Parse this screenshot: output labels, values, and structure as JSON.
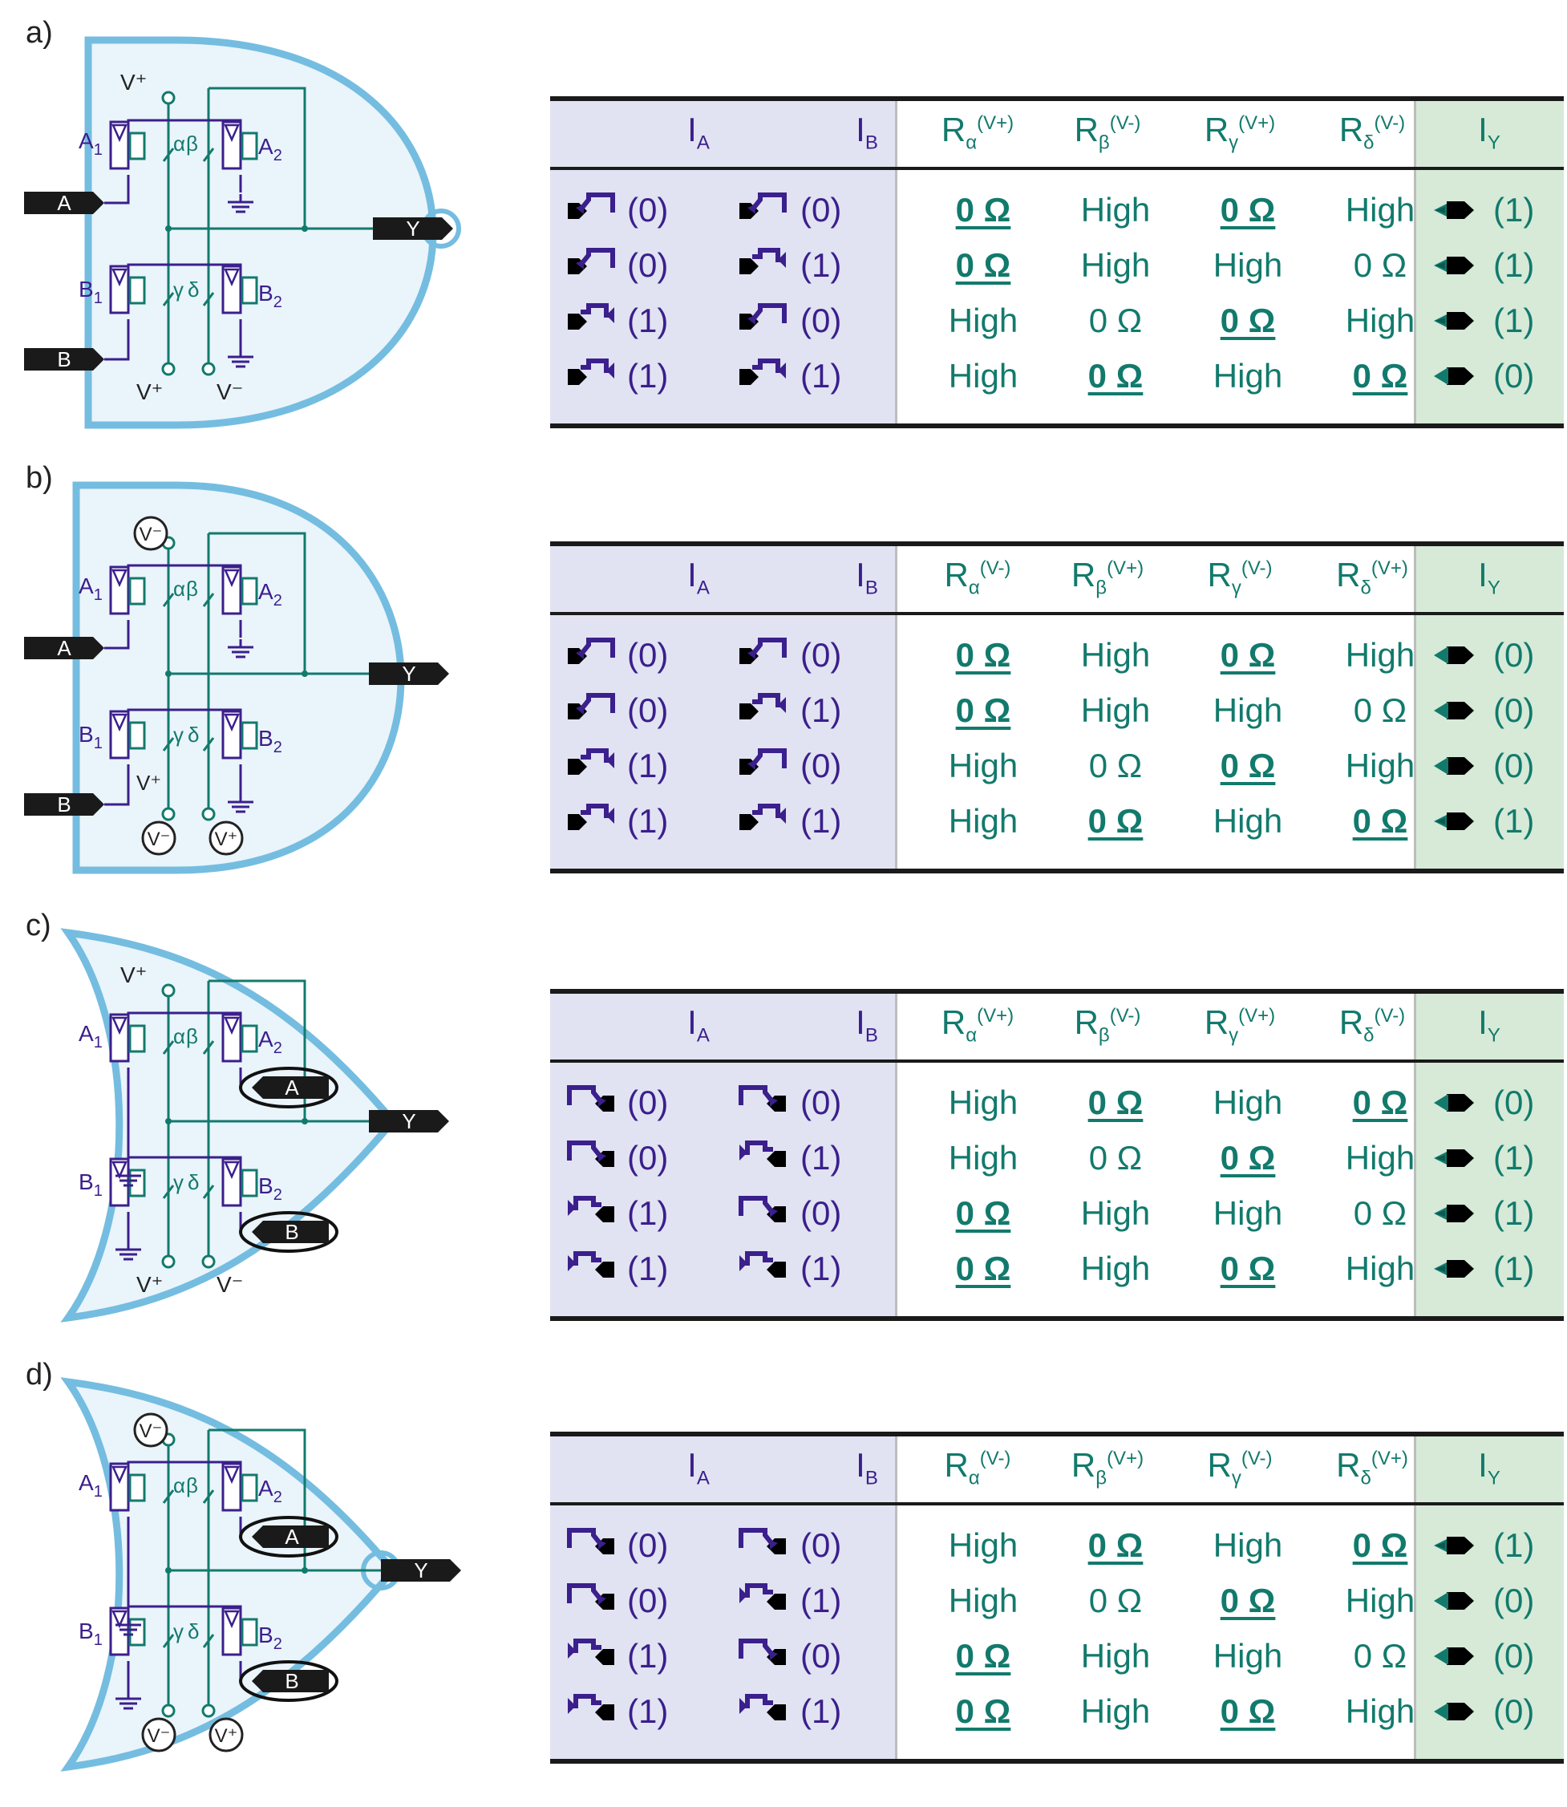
{
  "panels": [
    {
      "label": "a)",
      "shape": "nand",
      "circuit": {
        "v_top": "V⁺",
        "v_bot_left": "V⁺",
        "v_bot_right": "V⁻",
        "a1": "A",
        "a1_sub": "1",
        "a2": "A",
        "a2_sub": "2",
        "b1": "B",
        "b1_sub": "1",
        "b2": "B",
        "b2_sub": "2",
        "alpha": "α",
        "beta": "β",
        "gamma": "γ",
        "delta": "δ",
        "in_a": "A",
        "in_b": "B",
        "out_y": "Y"
      },
      "headers": {
        "ia": "I",
        "ia_sub": "A",
        "ib": "I",
        "ib_sub": "B",
        "ralpha": "R",
        "ralpha_sub": "α",
        "ralpha_sup": "(V+)",
        "rbeta": "R",
        "rbeta_sub": "β",
        "rbeta_sup": "(V-)",
        "rgamma": "R",
        "rgamma_sub": "γ",
        "rgamma_sup": "(V+)",
        "rdelta": "R",
        "rdelta_sub": "δ",
        "rdelta_sup": "(V-)",
        "iy": "I",
        "iy_sub": "Y"
      },
      "rows": [
        {
          "ia": "(0)",
          "ib": "(0)",
          "ra": "0 Ω",
          "rb": "High",
          "rg": "0 Ω",
          "rd": "High",
          "iy": "(1)",
          "bold": [
            true,
            false,
            true,
            false
          ]
        },
        {
          "ia": "(0)",
          "ib": "(1)",
          "ra": "0 Ω",
          "rb": "High",
          "rg": "High",
          "rd": "0 Ω",
          "iy": "(1)",
          "bold": [
            true,
            false,
            false,
            false
          ]
        },
        {
          "ia": "(1)",
          "ib": "(0)",
          "ra": "High",
          "rb": "0 Ω",
          "rg": "0 Ω",
          "rd": "High",
          "iy": "(1)",
          "bold": [
            false,
            false,
            true,
            false
          ]
        },
        {
          "ia": "(1)",
          "ib": "(1)",
          "ra": "High",
          "rb": "0 Ω",
          "rg": "High",
          "rd": "0 Ω",
          "iy": "(0)",
          "bold": [
            false,
            true,
            false,
            true
          ]
        }
      ]
    },
    {
      "label": "b)",
      "shape": "and",
      "circuit": {
        "v_top": "V⁻",
        "v_bot_left": "V⁻",
        "v_bot_right": "V⁺",
        "v_mid": "V⁺",
        "a1": "A",
        "a1_sub": "1",
        "a2": "A",
        "a2_sub": "2",
        "b1": "B",
        "b1_sub": "1",
        "b2": "B",
        "b2_sub": "2",
        "alpha": "α",
        "beta": "β",
        "gamma": "γ",
        "delta": "δ",
        "in_a": "A",
        "in_b": "B",
        "out_y": "Y"
      },
      "headers": {
        "ia": "I",
        "ia_sub": "A",
        "ib": "I",
        "ib_sub": "B",
        "ralpha": "R",
        "ralpha_sub": "α",
        "ralpha_sup": "(V-)",
        "rbeta": "R",
        "rbeta_sub": "β",
        "rbeta_sup": "(V+)",
        "rgamma": "R",
        "rgamma_sub": "γ",
        "rgamma_sup": "(V-)",
        "rdelta": "R",
        "rdelta_sub": "δ",
        "rdelta_sup": "(V+)",
        "iy": "I",
        "iy_sub": "Y"
      },
      "rows": [
        {
          "ia": "(0)",
          "ib": "(0)",
          "ra": "0 Ω",
          "rb": "High",
          "rg": "0 Ω",
          "rd": "High",
          "iy": "(0)",
          "bold": [
            true,
            false,
            true,
            false
          ]
        },
        {
          "ia": "(0)",
          "ib": "(1)",
          "ra": "0 Ω",
          "rb": "High",
          "rg": "High",
          "rd": "0 Ω",
          "iy": "(0)",
          "bold": [
            true,
            false,
            false,
            false
          ]
        },
        {
          "ia": "(1)",
          "ib": "(0)",
          "ra": "High",
          "rb": "0 Ω",
          "rg": "0 Ω",
          "rd": "High",
          "iy": "(0)",
          "bold": [
            false,
            false,
            true,
            false
          ]
        },
        {
          "ia": "(1)",
          "ib": "(1)",
          "ra": "High",
          "rb": "0 Ω",
          "rg": "High",
          "rd": "0 Ω",
          "iy": "(1)",
          "bold": [
            false,
            true,
            false,
            true
          ]
        }
      ]
    },
    {
      "label": "c)",
      "shape": "or",
      "circuit": {
        "v_top": "V⁺",
        "v_bot_left": "V⁺",
        "v_bot_right": "V⁻",
        "a1": "A",
        "a1_sub": "1",
        "a2": "A",
        "a2_sub": "2",
        "b1": "B",
        "b1_sub": "1",
        "b2": "B",
        "b2_sub": "2",
        "alpha": "α",
        "beta": "β",
        "gamma": "γ",
        "delta": "δ",
        "in_a": "A",
        "in_b": "B",
        "out_y": "Y"
      },
      "headers": {
        "ia": "I",
        "ia_sub": "A",
        "ib": "I",
        "ib_sub": "B",
        "ralpha": "R",
        "ralpha_sub": "α",
        "ralpha_sup": "(V+)",
        "rbeta": "R",
        "rbeta_sub": "β",
        "rbeta_sup": "(V-)",
        "rgamma": "R",
        "rgamma_sub": "γ",
        "rgamma_sup": "(V+)",
        "rdelta": "R",
        "rdelta_sub": "δ",
        "rdelta_sup": "(V-)",
        "iy": "I",
        "iy_sub": "Y"
      },
      "rows": [
        {
          "ia": "(0)",
          "ib": "(0)",
          "ra": "High",
          "rb": "0 Ω",
          "rg": "High",
          "rd": "0 Ω",
          "iy": "(0)",
          "bold": [
            false,
            true,
            false,
            true
          ]
        },
        {
          "ia": "(0)",
          "ib": "(1)",
          "ra": "High",
          "rb": "0 Ω",
          "rg": "0 Ω",
          "rd": "High",
          "iy": "(1)",
          "bold": [
            false,
            false,
            true,
            false
          ]
        },
        {
          "ia": "(1)",
          "ib": "(0)",
          "ra": "0 Ω",
          "rb": "High",
          "rg": "High",
          "rd": "0 Ω",
          "iy": "(1)",
          "bold": [
            true,
            false,
            false,
            false
          ]
        },
        {
          "ia": "(1)",
          "ib": "(1)",
          "ra": "0 Ω",
          "rb": "High",
          "rg": "0 Ω",
          "rd": "High",
          "iy": "(1)",
          "bold": [
            true,
            false,
            true,
            false
          ]
        }
      ]
    },
    {
      "label": "d)",
      "shape": "nor",
      "circuit": {
        "v_top": "V⁻",
        "v_bot_left": "V⁻",
        "v_bot_right": "V⁺",
        "a1": "A",
        "a1_sub": "1",
        "a2": "A",
        "a2_sub": "2",
        "b1": "B",
        "b1_sub": "1",
        "b2": "B",
        "b2_sub": "2",
        "alpha": "α",
        "beta": "β",
        "gamma": "γ",
        "delta": "δ",
        "in_a": "A",
        "in_b": "B",
        "out_y": "Y"
      },
      "headers": {
        "ia": "I",
        "ia_sub": "A",
        "ib": "I",
        "ib_sub": "B",
        "ralpha": "R",
        "ralpha_sub": "α",
        "ralpha_sup": "(V-)",
        "rbeta": "R",
        "rbeta_sub": "β",
        "rbeta_sup": "(V+)",
        "rgamma": "R",
        "rgamma_sub": "γ",
        "rgamma_sup": "(V-)",
        "rdelta": "R",
        "rdelta_sub": "δ",
        "rdelta_sup": "(V+)",
        "iy": "I",
        "iy_sub": "Y"
      },
      "rows": [
        {
          "ia": "(0)",
          "ib": "(0)",
          "ra": "High",
          "rb": "0 Ω",
          "rg": "High",
          "rd": "0 Ω",
          "iy": "(1)",
          "bold": [
            false,
            true,
            false,
            true
          ]
        },
        {
          "ia": "(0)",
          "ib": "(1)",
          "ra": "High",
          "rb": "0 Ω",
          "rg": "0 Ω",
          "rd": "High",
          "iy": "(0)",
          "bold": [
            false,
            false,
            true,
            false
          ]
        },
        {
          "ia": "(1)",
          "ib": "(0)",
          "ra": "0 Ω",
          "rb": "High",
          "rg": "High",
          "rd": "0 Ω",
          "iy": "(0)",
          "bold": [
            true,
            false,
            false,
            false
          ]
        },
        {
          "ia": "(1)",
          "ib": "(1)",
          "ra": "0 Ω",
          "rb": "High",
          "rg": "0 Ω",
          "rd": "High",
          "iy": "(0)",
          "bold": [
            true,
            false,
            true,
            false
          ]
        }
      ]
    }
  ],
  "colors": {
    "input_purple": "#3b1f8c",
    "resistor_teal": "#127a6c",
    "gate_outline": "#74bde0",
    "gate_fill": "#eaf4fb",
    "input_column_bg": "#e1e3f2",
    "output_column_bg": "#d6ead7"
  },
  "icons": {
    "input_signal": "pulse-signal-icon",
    "output_signal": "arrow-signal-icon"
  }
}
